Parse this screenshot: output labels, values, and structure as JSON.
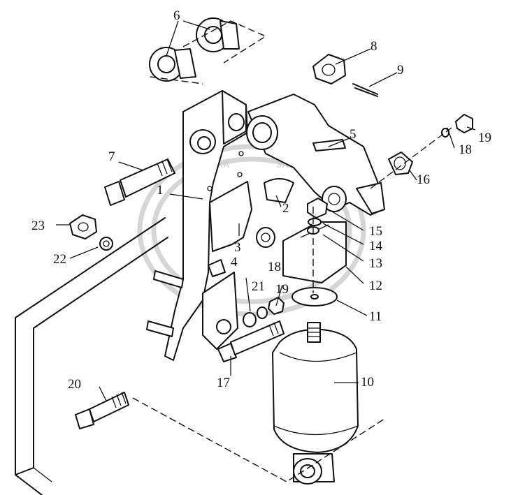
{
  "diagram": {
    "watermark_text_left": "ТЕХНИКА",
    "watermark_text_right": "ЗАПЧАСТИ",
    "callouts": [
      "1",
      "2",
      "3",
      "4",
      "5",
      "6",
      "7",
      "8",
      "9",
      "10",
      "11",
      "12",
      "13",
      "14",
      "15",
      "16",
      "17",
      "18",
      "18",
      "19",
      "19",
      "20",
      "21",
      "22",
      "23"
    ]
  }
}
